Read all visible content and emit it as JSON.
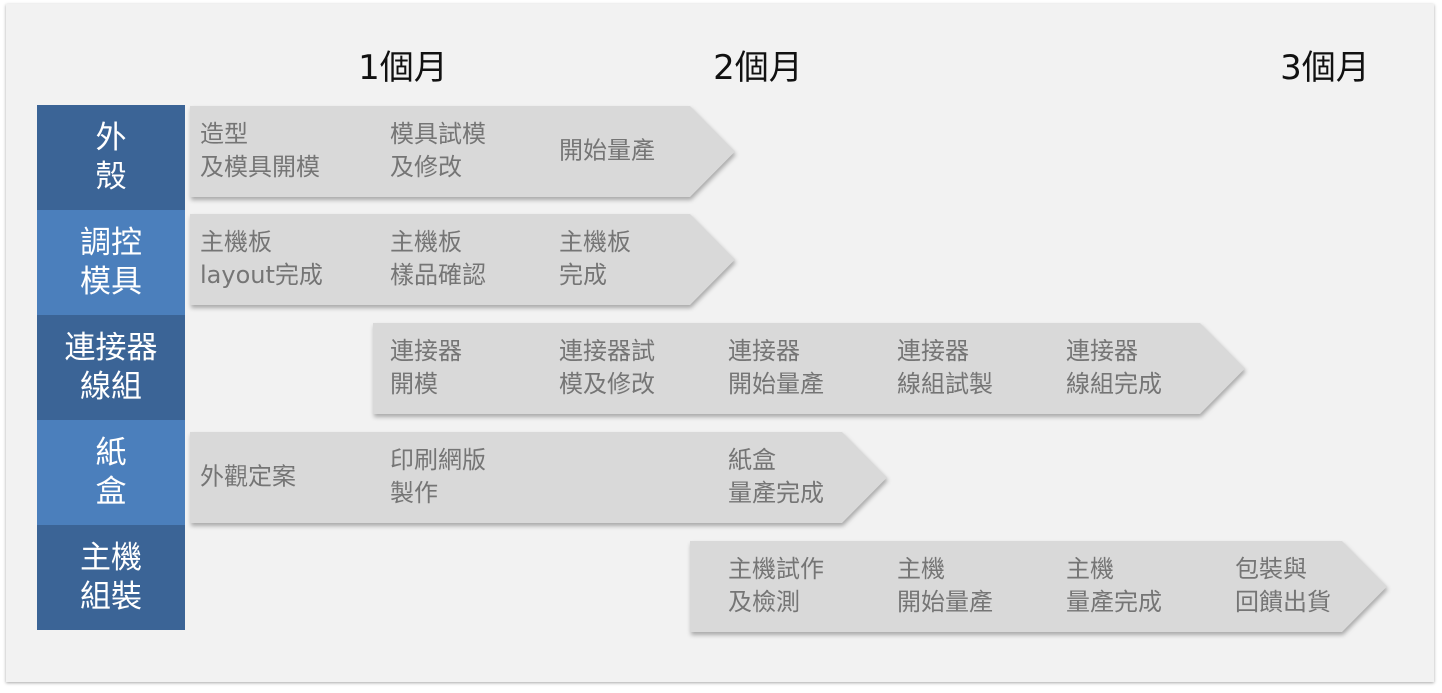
{
  "months": [
    "1個月",
    "2個月",
    "3個月"
  ],
  "rows": [
    {
      "label": [
        "外",
        "殼"
      ],
      "tasks": [
        [
          "造型",
          "及模具開模"
        ],
        [
          "模具試模",
          "及修改"
        ],
        [
          "開始量產"
        ]
      ]
    },
    {
      "label": [
        "調控",
        "模具"
      ],
      "tasks": [
        [
          "主機板",
          "layout完成"
        ],
        [
          "主機板",
          "樣品確認"
        ],
        [
          "主機板",
          "完成"
        ]
      ]
    },
    {
      "label": [
        "連接器",
        "線組"
      ],
      "tasks": [
        [
          "連接器",
          "開模"
        ],
        [
          "連接器試",
          "模及修改"
        ],
        [
          "連接器",
          "開始量產"
        ],
        [
          "連接器",
          "線組試製"
        ],
        [
          "連接器",
          "線組完成"
        ]
      ]
    },
    {
      "label": [
        "紙",
        "盒"
      ],
      "tasks": [
        [
          "外觀定案"
        ],
        [
          "印刷網版",
          "製作"
        ],
        [
          "紙盒",
          "量產完成"
        ]
      ]
    },
    {
      "label": [
        "主機",
        "組裝"
      ],
      "tasks": [
        [
          "主機試作",
          "及檢測"
        ],
        [
          "主機",
          "開始量產"
        ],
        [
          "主機",
          "量產完成"
        ],
        [
          "包裝與",
          "回饋出貨"
        ]
      ]
    }
  ],
  "colors": {
    "label_dark": "#3b6496",
    "label_light": "#4b7fbc",
    "arrow": "#d9d9d9",
    "task_text": "#757575"
  }
}
